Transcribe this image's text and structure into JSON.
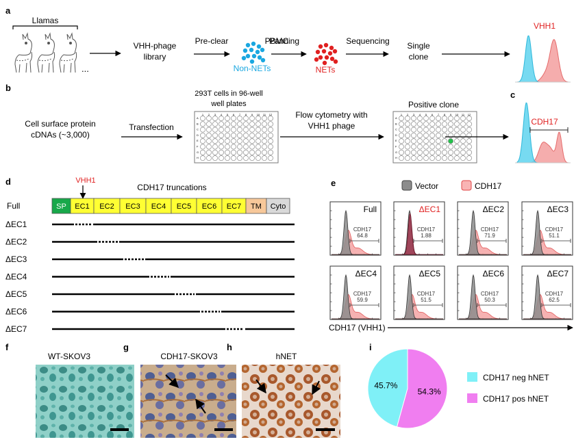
{
  "colors": {
    "vector": "#8c8c8c",
    "cdh17": "#f08080",
    "cyan": "#5fd3ee",
    "red_label": "#e02020",
    "nonnets": "#1aa7e0",
    "nets": "#e02020",
    "pie_neg": "#7ff0f7",
    "pie_pos": "#f07ef0",
    "sp": "#18a84a",
    "ec": "#ffff33",
    "tm": "#f7c89a",
    "cyto": "#d9d9d9"
  },
  "panel_letters": [
    "a",
    "b",
    "c",
    "d",
    "e",
    "f",
    "g",
    "h",
    "i"
  ],
  "a": {
    "llamas": "Llamas",
    "ellipsis": "...",
    "library": [
      "VHH-phage",
      "library"
    ],
    "preclear": "Pre-clear",
    "pbmc": "PBMC",
    "panning": "Panning",
    "nonnets": "Non-NETs",
    "nets": "NETs",
    "sequencing": "Sequencing",
    "single_clone": [
      "Single",
      "clone"
    ],
    "vhh1": "VHH1"
  },
  "b": {
    "cdnas": [
      "Cell surface protein",
      "cDNAs (~3,000)"
    ],
    "transfection": "Transfection",
    "plate_title": [
      "293T cells in 96-well",
      "well plates"
    ],
    "flow": [
      "Flow cytometry with",
      "VHH1 phage"
    ],
    "positive": "Positive clone",
    "rows": [
      "A",
      "B",
      "C",
      "D",
      "E",
      "F",
      "G",
      "H"
    ],
    "cols": [
      "1",
      "2",
      "3",
      "4",
      "5",
      "6",
      "7",
      "8",
      "9",
      "10",
      "11",
      "12"
    ]
  },
  "c": {
    "label": "CDH17"
  },
  "d": {
    "vhh1": "VHH1",
    "title": "CDH17 truncations",
    "full": "Full",
    "domains": [
      "SP",
      "EC1",
      "EC2",
      "EC3",
      "EC4",
      "EC5",
      "EC6",
      "EC7",
      "TM",
      "Cyto"
    ],
    "rows": [
      "ΔEC1",
      "ΔEC2",
      "ΔEC3",
      "ΔEC4",
      "ΔEC5",
      "ΔEC6",
      "ΔEC7"
    ]
  },
  "e": {
    "legend_vector": "Vector",
    "legend_cdh17": "CDH17",
    "axis": "CDH17 (VHH1)",
    "gate_label": "CDH17",
    "panels": [
      {
        "name": "Full",
        "value": "64.8",
        "pos": true
      },
      {
        "name": "ΔEC1",
        "value": "1.88",
        "pos": false
      },
      {
        "name": "ΔEC2",
        "value": "71.9",
        "pos": true
      },
      {
        "name": "ΔEC3",
        "value": "51.1",
        "pos": true
      },
      {
        "name": "ΔEC4",
        "value": "59.9",
        "pos": true
      },
      {
        "name": "ΔEC5",
        "value": "51.5",
        "pos": true
      },
      {
        "name": "ΔEC6",
        "value": "50.3",
        "pos": true
      },
      {
        "name": "ΔEC7",
        "value": "62.5",
        "pos": true
      }
    ]
  },
  "f": {
    "title": "WT-SKOV3"
  },
  "g": {
    "title": "CDH17-SKOV3"
  },
  "h": {
    "title": "hNET"
  },
  "chart_data": {
    "type": "pie",
    "categories": [
      "CDH17 neg hNET",
      "CDH17 pos hNET"
    ],
    "values": [
      45.7,
      54.3
    ],
    "value_labels": [
      "45.7%",
      "54.3%"
    ]
  }
}
